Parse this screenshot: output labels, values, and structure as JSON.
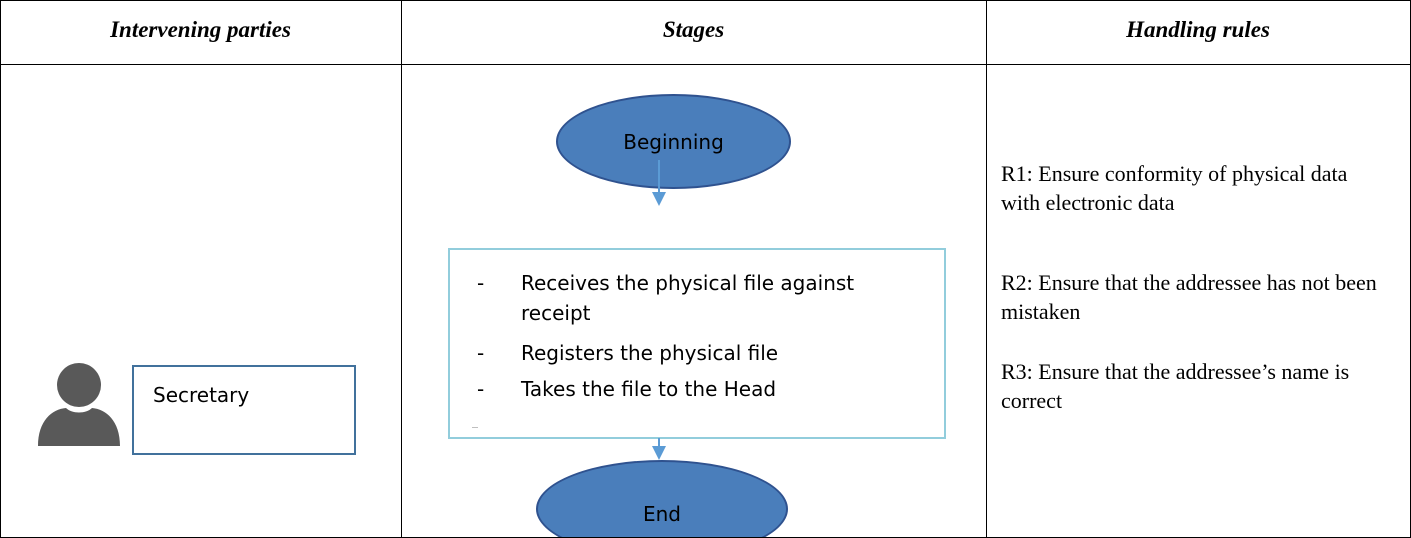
{
  "table": {
    "headers": {
      "parties": "Intervening parties",
      "stages": "Stages",
      "rules": "Handling rules"
    }
  },
  "party": {
    "icon": "person-icon",
    "label": "Secretary"
  },
  "flow": {
    "start_label": "Beginning",
    "end_label": "End",
    "steps": [
      {
        "bullet": "-",
        "text": "Receives the physical file against receipt"
      },
      {
        "bullet": "-",
        "text": "Registers the physical file"
      },
      {
        "bullet": "-",
        "text": "Takes the file to the Head"
      }
    ]
  },
  "rules": [
    "R1: Ensure conformity of physical data with electronic data",
    "R2: Ensure that the addressee has not been mistaken",
    "R3: Ensure that the addressee’s name is correct"
  ],
  "colors": {
    "ellipse_fill": "#4a7ebb",
    "ellipse_border": "#2f528f",
    "process_border": "#92cddc",
    "party_box_border": "#41719c",
    "arrow": "#5b9bd5",
    "person": "#595959"
  }
}
